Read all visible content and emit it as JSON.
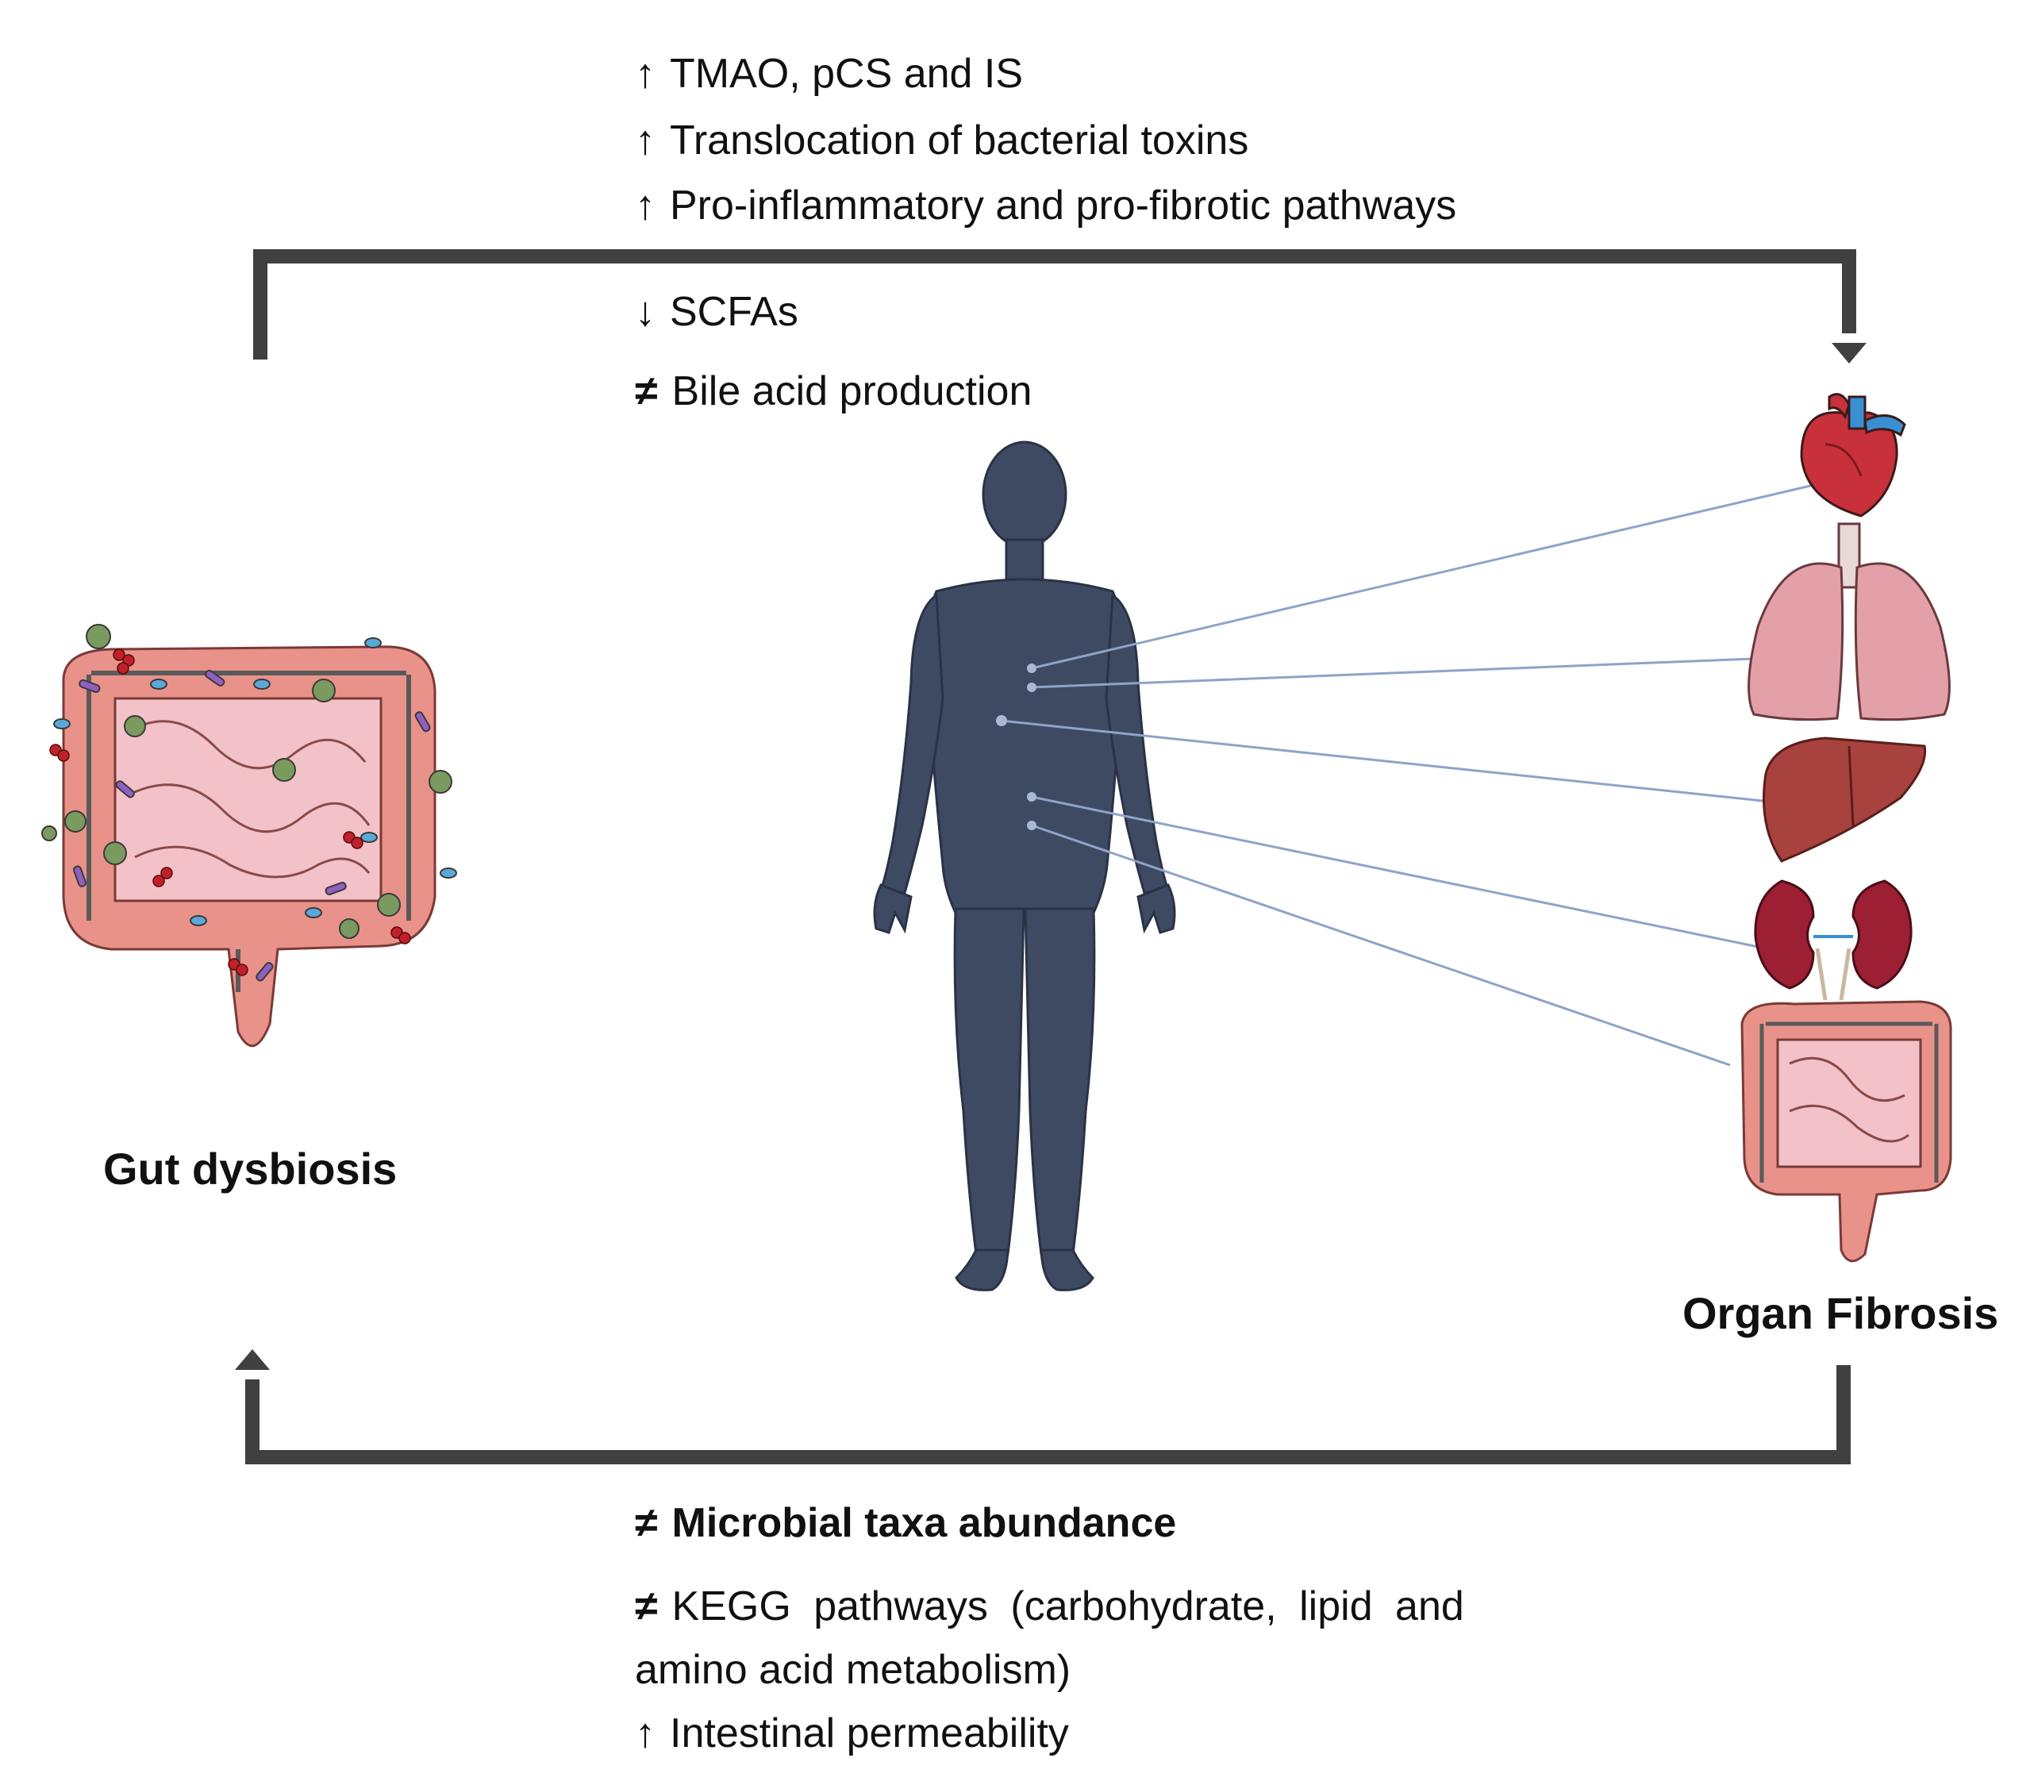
{
  "top_effects": [
    {
      "symbol": "↑",
      "text": "TMAO, pCS and IS"
    },
    {
      "symbol": "↑",
      "text": "Translocation of bacterial toxins"
    },
    {
      "symbol": "↑",
      "text": "Pro-inflammatory and pro-fibrotic pathways"
    }
  ],
  "middle_effects": [
    {
      "symbol": "↓",
      "text": "SCFAs"
    },
    {
      "symbol": "≠",
      "text": "Bile acid production"
    }
  ],
  "bottom_effects": [
    {
      "symbol": "≠",
      "text": "Microbial taxa abundance"
    },
    {
      "symbol": "≠",
      "text": "KEGG pathways (carbohydrate, lipid and"
    },
    {
      "symbol": "",
      "text": "amino acid metabolism)"
    },
    {
      "symbol": "↑",
      "text": "Intestinal permeability"
    }
  ],
  "labels": {
    "gut": "Gut dysbiosis",
    "organ": "Organ Fibrosis"
  },
  "organs": [
    "heart-icon",
    "lungs-icon",
    "liver-icon",
    "kidneys-icon",
    "intestine-icon"
  ],
  "colors": {
    "arrow": "#404040",
    "body": "#3d4a62",
    "connector": "#8fa3c8",
    "colon": "#e8928a",
    "small_intestine": "#f2c2c8",
    "heart": "#c8303c",
    "vessel": "#3a8fd4",
    "lung": "#e4a0a8",
    "liver": "#a8423e",
    "kidney": "#9c1f34",
    "bacteria_green": "#7a9a60",
    "bacteria_blue": "#5aa8d8",
    "bacteria_purple": "#9060c0",
    "bacteria_red": "#c0202a"
  }
}
